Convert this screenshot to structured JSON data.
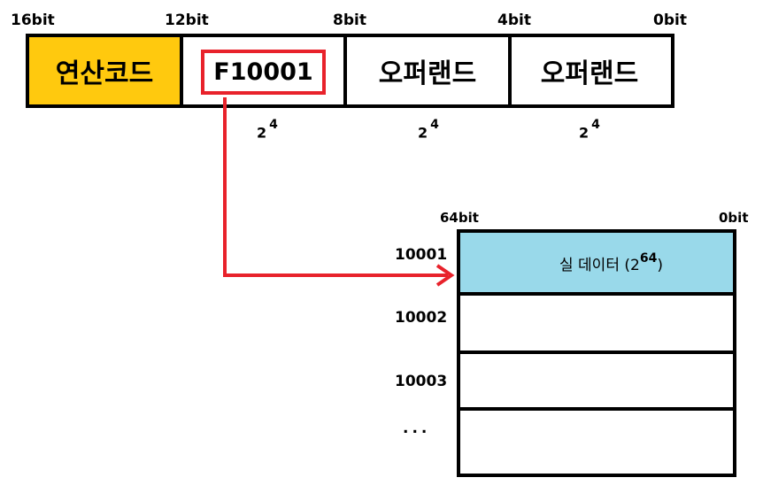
{
  "instruction": {
    "bit_labels": [
      "16bit",
      "12bit",
      "8bit",
      "4bit",
      "0bit"
    ],
    "opcode": "연산코드",
    "address_field": "F10001",
    "operand_1": "오퍼랜드",
    "operand_2": "오퍼랜드",
    "range_base": "2",
    "range_exp": "4"
  },
  "memory": {
    "bit_left": "64bit",
    "bit_right": "0bit",
    "addresses": [
      "10001",
      "10002",
      "10003",
      "..."
    ],
    "data_label": "실 데이터 (2",
    "data_exp": "64",
    "data_close": ")"
  },
  "colors": {
    "opcode_fill": "#FFC90E",
    "memory_highlight": "#99D9EA",
    "pointer_arrow": "#E8222B"
  }
}
